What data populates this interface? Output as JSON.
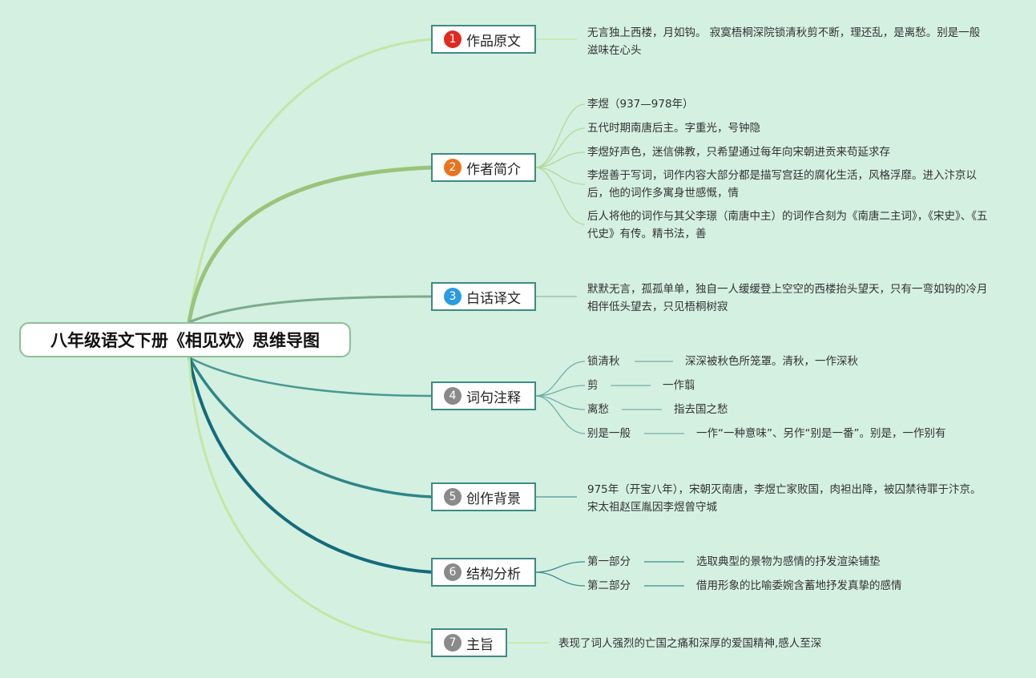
{
  "root": {
    "title": "八年级语文下册《相见欢》思维导图"
  },
  "branches": [
    {
      "num": "1",
      "label": "作品原文",
      "color": "#e02a1f"
    },
    {
      "num": "2",
      "label": "作者简介",
      "color": "#e8741e"
    },
    {
      "num": "3",
      "label": "白话译文",
      "color": "#2a9be0"
    },
    {
      "num": "4",
      "label": "词句注释",
      "color": "#8a8a8a"
    },
    {
      "num": "5",
      "label": "创作背景",
      "color": "#8a8a8a"
    },
    {
      "num": "6",
      "label": "结构分析",
      "color": "#8a8a8a"
    },
    {
      "num": "7",
      "label": "主旨",
      "color": "#8a8a8a"
    }
  ],
  "b1": {
    "text": "无言独上西楼，月如钩。 寂寞梧桐深院锁清秋剪不断，理还乱，是离愁。别是一般滋味在心头"
  },
  "b2": {
    "items": [
      "李煜（937—978年）",
      "五代时期南唐后主。字重光，号钟隐",
      "李煜好声色，迷信佛教，只希望通过每年向宋朝进贡来苟延求存",
      "李煜善于写词，词作内容大部分都是描写宫廷的腐化生活，风格浮靡。进入汴京以后，他的词作多寓身世感慨，情",
      "后人将他的词作与其父李璟（南唐中主）的词作合刻为《南唐二主词》，《宋史》、《五代史》有传。精书法，善"
    ]
  },
  "b3": {
    "text": "默默无言，孤孤单单，独自一人缓缓登上空空的西楼抬头望天，只有一弯如钩的冷月相伴低头望去，只见梧桐树寂"
  },
  "b4": {
    "items": [
      {
        "term": "锁清秋",
        "note": "深深被秋色所笼罩。清秋，一作深秋"
      },
      {
        "term": "剪",
        "note": "一作翦"
      },
      {
        "term": "离愁",
        "note": "指去国之愁"
      },
      {
        "term": "别是一般",
        "note": "一作“一种意味”、另作“别是一番”。别是，一作别有"
      }
    ]
  },
  "b5": {
    "text": "975年（开宝八年），宋朝灭南唐，李煜亡家败国，肉袒出降，被囚禁待罪于汴京。宋太祖赵匡胤因李煜曾守城"
  },
  "b6": {
    "items": [
      {
        "term": "第一部分",
        "note": "选取典型的景物为感情的抒发渲染铺垫"
      },
      {
        "term": "第二部分",
        "note": "借用形象的比喻委婉含蓄地抒发真挚的感情"
      }
    ]
  },
  "b7": {
    "text": "表现了词人强烈的亡国之痛和深厚的爱国精神,感人至深"
  }
}
